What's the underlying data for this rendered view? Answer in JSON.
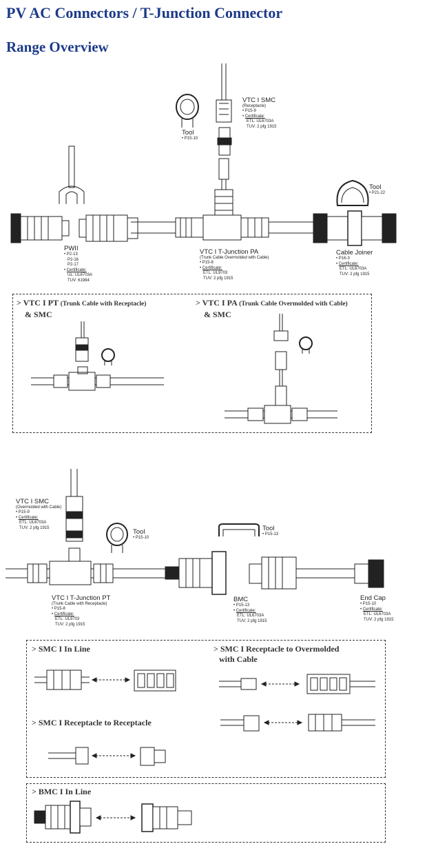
{
  "header": {
    "title": "PV AC Connectors / T-Junction Connector",
    "subtitle": "Range Overview"
  },
  "top": {
    "vtc_smc": {
      "title": "VTC I SMC",
      "note": "(Receptacle)",
      "page": "P15-9",
      "cert": "Certificate:",
      "etl": "ETL: UL6703A",
      "tuv": "TUV: 2 pfg 1915"
    },
    "tool_left": {
      "title": "Tool",
      "page": "P15-10"
    },
    "tool_right": {
      "title": "Tool",
      "page": "P21-22"
    },
    "pwii": {
      "title": "PWII",
      "pages": [
        "P2-13",
        "P2-16",
        "P2-17"
      ],
      "cert": "Certificate:",
      "ul": "UL: UL6703A",
      "tuv": "TUV: 61984"
    },
    "vtc_pa": {
      "title": "VTC I T-Junction PA",
      "note": "(Trunk Cable Overmolded with Cable)",
      "page": "P15-8",
      "cert": "Certificate:",
      "etl": "ETL: UL9703",
      "tuv": "TUV: 2 pfg 1915"
    },
    "joiner": {
      "title": "Cable Joiner",
      "page": "P16-3",
      "cert": "Certificate:",
      "etl": "ETL: UL6703A",
      "tuv": "TUV: 2 pfg 1915"
    }
  },
  "box1": {
    "left_title": "> VTC I PT",
    "left_note": "(Trunk Cable with Receptacle)",
    "left_sub": "& SMC",
    "right_title": "> VTC I PA",
    "right_note": "(Trunk Cable Overmolded with Cable)",
    "right_sub": "& SMC"
  },
  "mid": {
    "vtc_smc": {
      "title": "VTC I SMC",
      "note": "(Overmolded with Cable)",
      "page": "P15-9",
      "cert": "Certificate:",
      "etl": "ETL: UL6703A",
      "tuv": "TUV: 2 pfg 1915"
    },
    "tool_a": {
      "title": "Tool",
      "page": "P15-10"
    },
    "tool_b": {
      "title": "Tool",
      "page": "P15-13"
    },
    "vtc_pt": {
      "title": "VTC I T-Junction PT",
      "note": "(Trunk Cable with Receptacle)",
      "page": "P15-8",
      "cert": "Certificate:",
      "etl": "ETL: UL9703",
      "tuv": "TUV: 2 pfg 1915"
    },
    "bmc": {
      "title": "BMC",
      "page": "P15-13",
      "cert": "Certificate:",
      "etl": "ETL: UL6703A",
      "tuv": "TUV: 2 pfg 1915"
    },
    "endcap": {
      "title": "End Cap",
      "page": "P15-10",
      "cert": "Certificate:",
      "etl": "ETL: UL6703A",
      "tuv": "TUV: 2 pfg 1915"
    }
  },
  "box2": {
    "a": "> SMC I In Line",
    "b": "> SMC I Receptacle to Overmolded",
    "b2": "with Cable",
    "c": "> SMC I Receptacle to Receptacle"
  },
  "box3": {
    "a": ">  BMC  I  In Line"
  },
  "colors": {
    "heading": "#1d3a8a",
    "line": "#222222"
  }
}
